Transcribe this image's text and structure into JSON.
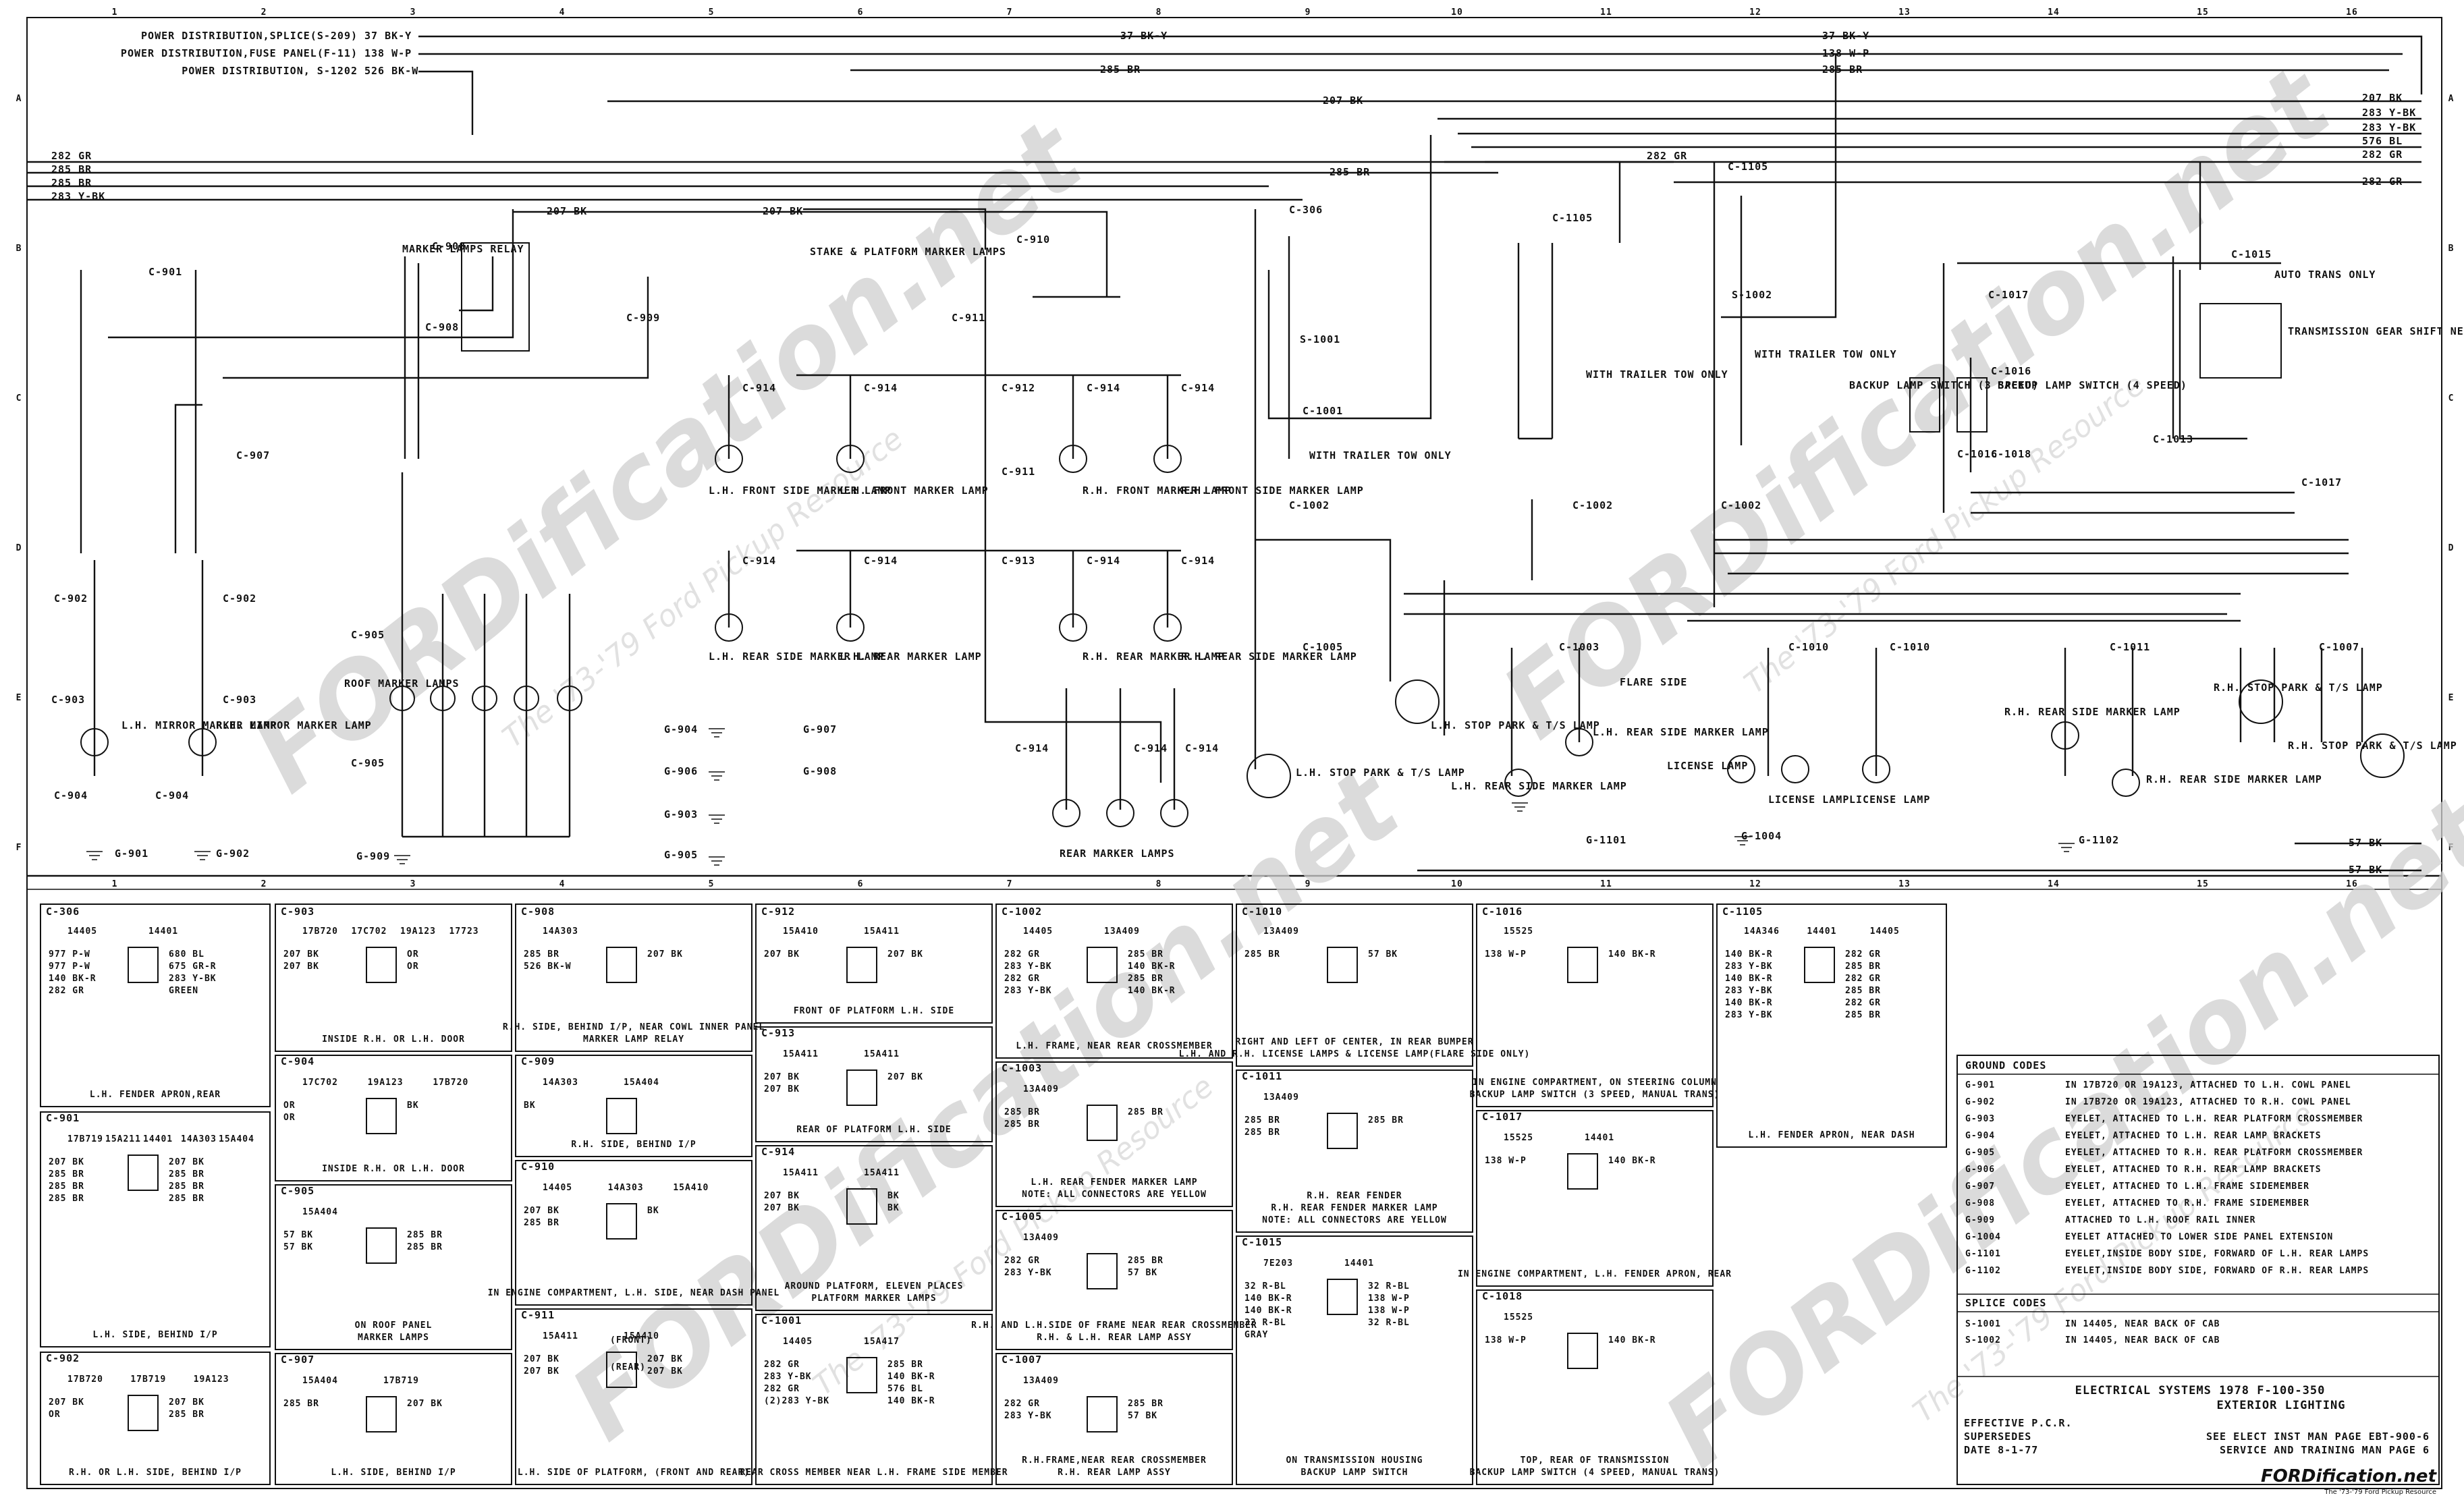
{
  "title_block": {
    "line1": "ELECTRICAL SYSTEMS 1978 F-100-350",
    "line2": "EXTERIOR LIGHTING",
    "effective": "EFFECTIVE P.C.R.",
    "supersedes": "SUPERSEDES",
    "date": "DATE 8-1-77",
    "ref1": "SEE ELECT INST MAN PAGE EBT-900-6",
    "ref2": "SERVICE AND TRAINING MAN PAGE 6"
  },
  "watermark": {
    "brand": "FORDification.net",
    "tagline": "The '73-'79 Ford Pickup Resource",
    "footer": "FORDification.net",
    "footer_tag": "The '73-'79 Ford Pickup Resource"
  },
  "column_numbers": [
    "1",
    "2",
    "3",
    "4",
    "5",
    "6",
    "7",
    "8",
    "9",
    "10",
    "11",
    "12",
    "13",
    "14",
    "15",
    "16"
  ],
  "row_letters": [
    "A",
    "B",
    "C",
    "D",
    "E",
    "F"
  ],
  "power_sources": [
    {
      "label": "POWER DISTRIBUTION,SPLICE(S-209)",
      "wire": "37 BK-Y"
    },
    {
      "label": "POWER DISTRIBUTION,FUSE PANEL(F-11)",
      "wire": "138 W-P"
    },
    {
      "label": "POWER DISTRIBUTION, S-1202",
      "wire": "526 BK-W"
    }
  ],
  "left_bus": [
    "282 GR",
    "285 BR",
    "285 BR",
    "283 Y-BK"
  ],
  "right_bus": [
    "207 BK",
    "283 Y-BK",
    "283 Y-BK",
    "576 BL",
    "282 GR",
    "282 GR"
  ],
  "top_wires": {
    "a": "37 BK-Y",
    "b": "138 W-P",
    "c": "285 BR",
    "d": "207 BK",
    "e": "285 BR",
    "f": "282 GR",
    "g": "207 BK",
    "h": "207 BK",
    "i": "57 BK",
    "j": "57 BK"
  },
  "connectors": [
    "C-901",
    "C-902",
    "C-903",
    "C-904",
    "C-905",
    "C-906",
    "C-907",
    "C-908",
    "C-909",
    "C-910",
    "C-911",
    "C-912",
    "C-913",
    "C-914",
    "C-306",
    "C-1001",
    "C-1002",
    "C-1003",
    "C-1005",
    "C-1007",
    "C-1010",
    "C-1011",
    "C-1013",
    "C-1015",
    "C-1016",
    "C-1017",
    "C-1018",
    "C-1105",
    "S-1001",
    "S-1002"
  ],
  "grounds": [
    "G-901",
    "G-902",
    "G-903",
    "G-904",
    "G-905",
    "G-906",
    "G-907",
    "G-908",
    "G-909",
    "G-1004",
    "G-1101",
    "G-1102"
  ],
  "lamps": {
    "lh_mirror": "L.H. MIRROR MARKER LAMP",
    "rh_mirror": "R.H. MIRROR MARKER LAMP",
    "roof": "ROOF MARKER LAMPS",
    "relay": "MARKER LAMPS RELAY",
    "stake": "STAKE & PLATFORM MARKER LAMPS",
    "lh_front_side": "L.H. FRONT SIDE MARKER LAMP",
    "lh_front": "L.H. FRONT MARKER LAMP",
    "rh_front": "R.H. FRONT MARKER LAMP",
    "rh_front_side": "R.H. FRONT SIDE MARKER LAMP",
    "lh_rear_side": "L.H. REAR SIDE MARKER LAMP",
    "lh_rear": "L.H. REAR MARKER LAMP",
    "rh_rear": "R.H. REAR MARKER LAMP",
    "rh_rear_side": "R.H. REAR SIDE MARKER LAMP",
    "rear_marker": "REAR MARKER LAMPS",
    "lh_stop_a": "L.H. STOP PARK & T/S LAMP",
    "lh_stop_b": "L.H. STOP PARK & T/S LAMP",
    "lh_rear_side2": "L.H. REAR SIDE MARKER LAMP",
    "lh_rear_side3": "L.H. REAR SIDE MARKER LAMP",
    "license_a": "LICENSE LAMP",
    "license_b": "LICENSE LAMP",
    "license_c": "LICENSE LAMP",
    "rh_rear_side2": "R.H. REAR SIDE MARKER LAMP",
    "rh_rear_side3": "R.H. REAR SIDE MARKER LAMP",
    "rh_stop_a": "R.H. STOP PARK & T/S LAMP",
    "rh_stop_b": "R.H. STOP PARK & T/S LAMP",
    "backup_3": "BACKUP LAMP SWITCH (3 SPEED)",
    "backup_4": "BACKUP LAMP SWITCH (4 SPEED)",
    "trans": "TRANSMISSION GEAR SHIFT NEUTRAL SWITCH",
    "auto": "AUTO TRANS ONLY",
    "trailer1": "WITH TRAILER TOW ONLY",
    "trailer2": "WITH TRAILER TOW ONLY",
    "trailer3": "WITH TRAILER TOW ONLY",
    "flare": "FLARE SIDE"
  },
  "connector_views": [
    {
      "id": "C-306",
      "parts": [
        "14405",
        "14401"
      ],
      "wires": [
        "977 P-W",
        "680 BL",
        "977 P-W",
        "675 GR-R",
        "140 BK-R",
        "283 Y-BK",
        "282 GR",
        "GREEN"
      ],
      "note": "L.H. FENDER APRON,REAR"
    },
    {
      "id": "C-903",
      "parts": [
        "17B720",
        "17C702",
        "19A123",
        "17723"
      ],
      "wires": [
        "207 BK",
        "OR",
        "207 BK",
        "OR"
      ],
      "note": "INSIDE R.H. OR L.H. DOOR"
    },
    {
      "id": "C-908",
      "parts": [
        "14A303"
      ],
      "wires": [
        "285 BR",
        "207 BK",
        "526 BK-W"
      ],
      "note": "R.H. SIDE, BEHIND I/P, NEAR COWL INNER PANEL",
      "note2": "MARKER LAMP RELAY"
    },
    {
      "id": "C-912",
      "parts": [
        "15A410",
        "15A411"
      ],
      "wires": [
        "207 BK",
        "207 BK"
      ],
      "note": "FRONT OF PLATFORM L.H. SIDE"
    },
    {
      "id": "C-1002",
      "parts": [
        "14405",
        "13A409"
      ],
      "wires": [
        "282 GR",
        "285 BR",
        "283 Y-BK",
        "140 BK-R",
        "282 GR",
        "285 BR",
        "283 Y-BK",
        "140 BK-R"
      ],
      "note": "L.H. FRAME, NEAR REAR CROSSMEMBER"
    },
    {
      "id": "C-1010",
      "parts": [
        "13A409"
      ],
      "wires": [
        "285 BR",
        "57 BK"
      ],
      "note": "RIGHT AND LEFT OF CENTER, IN REAR BUMPER",
      "note2": "L.H. AND R.H. LICENSE LAMPS & LICENSE LAMP(FLARE SIDE ONLY)"
    },
    {
      "id": "C-1016",
      "parts": [
        "15525"
      ],
      "wires": [
        "138 W-P",
        "140 BK-R"
      ],
      "note": "IN ENGINE COMPARTMENT, ON STEERING COLUMN",
      "note2": "BACKUP LAMP SWITCH (3 SPEED, MANUAL TRANS)"
    },
    {
      "id": "C-1105",
      "parts": [
        "14A346",
        "14401",
        "14405"
      ],
      "wires": [
        "140 BK-R",
        "282 GR",
        "283 Y-BK",
        "285 BR",
        "140 BK-R",
        "282 GR",
        "283 Y-BK",
        "285 BR",
        "140 BK-R",
        "282 GR",
        "283 Y-BK",
        "285 BR"
      ],
      "note": "L.H. FENDER APRON, NEAR DASH"
    },
    {
      "id": "C-904",
      "parts": [
        "17C702",
        "19A123",
        "17B720"
      ],
      "wires": [
        "OR",
        "BK",
        "OR"
      ],
      "note": "INSIDE R.H. OR L.H. DOOR"
    },
    {
      "id": "C-909",
      "parts": [
        "14A303",
        "15A404"
      ],
      "wires": [
        "BK"
      ],
      "note": "R.H. SIDE, BEHIND I/P"
    },
    {
      "id": "C-913",
      "parts": [
        "15A411",
        "15A411"
      ],
      "wires": [
        "207 BK",
        "207 BK",
        "207 BK"
      ],
      "note": "REAR OF PLATFORM L.H. SIDE"
    },
    {
      "id": "C-1003",
      "parts": [
        "13A409"
      ],
      "wires": [
        "285 BR",
        "285 BR",
        "285 BR"
      ],
      "note": "L.H. REAR FENDER MARKER LAMP",
      "note2": "NOTE: ALL CONNECTORS ARE YELLOW"
    },
    {
      "id": "C-1011",
      "parts": [
        "13A409"
      ],
      "wires": [
        "285 BR",
        "285 BR",
        "285 BR"
      ],
      "note": "R.H. REAR FENDER",
      "note2": "R.H. REAR FENDER MARKER LAMP",
      "note3": "NOTE: ALL CONNECTORS ARE YELLOW"
    },
    {
      "id": "C-1017",
      "parts": [
        "15525",
        "14401"
      ],
      "wires": [
        "138 W-P",
        "140 BK-R"
      ],
      "note": "IN ENGINE COMPARTMENT, L.H. FENDER APRON, REAR"
    },
    {
      "id": "C-901",
      "parts": [
        "17B719",
        "15A211",
        "14401",
        "14A303",
        "15A404"
      ],
      "wires": [
        "207 BK",
        "207 BK",
        "285 BR",
        "285 BR",
        "285 BR",
        "285 BR",
        "285 BR",
        "285 BR"
      ],
      "note": "L.H. SIDE, BEHIND I/P"
    },
    {
      "id": "C-905",
      "parts": [
        "15A404"
      ],
      "wires": [
        "57 BK",
        "285 BR",
        "57 BK",
        "285 BR"
      ],
      "note": "ON ROOF PANEL",
      "note2": "MARKER LAMPS"
    },
    {
      "id": "C-910",
      "parts": [
        "14405",
        "14A303",
        "15A410"
      ],
      "wires": [
        "207 BK",
        "BK",
        "285 BR"
      ],
      "note": "IN ENGINE COMPARTMENT, L.H. SIDE, NEAR DASH PANEL"
    },
    {
      "id": "C-914",
      "parts": [
        "15A411",
        "15A411"
      ],
      "wires": [
        "207 BK",
        "BK",
        "207 BK",
        "BK"
      ],
      "note": "AROUND PLATFORM, ELEVEN PLACES",
      "note2": "PLATFORM MARKER LAMPS"
    },
    {
      "id": "C-1005",
      "parts": [
        "13A409"
      ],
      "wires": [
        "282 GR",
        "285 BR",
        "283 Y-BK",
        "57 BK"
      ],
      "note": "R.H. AND L.H.SIDE OF FRAME NEAR REAR CROSSMEMBER",
      "note2": "R.H. & L.H. REAR LAMP ASSY"
    },
    {
      "id": "C-1015",
      "parts": [
        "7E203",
        "14401"
      ],
      "wires": [
        "32 R-BL",
        "32 R-BL",
        "140 BK-R",
        "138 W-P",
        "140 BK-R",
        "138 W-P",
        "32 R-BL",
        "32 R-BL",
        "GRAY"
      ],
      "note": "ON TRANSMISSION HOUSING",
      "note2": "BACKUP LAMP SWITCH"
    },
    {
      "id": "C-1018",
      "parts": [
        "15525"
      ],
      "wires": [
        "138 W-P",
        "140 BK-R"
      ],
      "note": "TOP, REAR OF TRANSMISSION",
      "note2": "BACKUP LAMP SWITCH (4 SPEED, MANUAL TRANS)"
    },
    {
      "id": "C-902",
      "parts": [
        "17B720",
        "17B719",
        "19A123"
      ],
      "wires": [
        "207 BK",
        "207 BK",
        "OR",
        "285 BR"
      ],
      "note": "R.H. OR L.H. SIDE, BEHIND I/P"
    },
    {
      "id": "C-907",
      "parts": [
        "15A404",
        "17B719"
      ],
      "wires": [
        "285 BR",
        "207 BK"
      ],
      "note": "L.H. SIDE, BEHIND I/P"
    },
    {
      "id": "C-911",
      "parts": [
        "15A411",
        "15A410"
      ],
      "wires": [
        "207 BK",
        "207 BK",
        "207 BK",
        "207 BK"
      ],
      "note": "L.H. SIDE OF PLATFORM, (FRONT AND REAR)",
      "tags": [
        "(FRONT)",
        "(REAR)"
      ]
    },
    {
      "id": "C-1001",
      "parts": [
        "14405",
        "15A417"
      ],
      "wires": [
        "282 GR",
        "285 BR",
        "283 Y-BK",
        "140 BK-R",
        "282 GR",
        "576 BL",
        "(2)283 Y-BK",
        "140 BK-R"
      ],
      "note": "REAR CROSS MEMBER NEAR L.H. FRAME SIDE MEMBER"
    },
    {
      "id": "C-1007",
      "parts": [
        "13A409"
      ],
      "wires": [
        "282 GR",
        "285 BR",
        "283 Y-BK",
        "57 BK"
      ],
      "note": "R.H.FRAME,NEAR REAR CROSSMEMBER",
      "note2": "R.H. REAR LAMP ASSY"
    }
  ],
  "ground_codes": {
    "title": "GROUND CODES",
    "rows": [
      {
        "code": "G-901",
        "desc": "IN 17B720 OR 19A123, ATTACHED TO L.H. COWL PANEL"
      },
      {
        "code": "G-902",
        "desc": "IN 17B720 OR 19A123, ATTACHED TO R.H. COWL PANEL"
      },
      {
        "code": "G-903",
        "desc": "EYELET, ATTACHED TO L.H. REAR PLATFORM CROSSMEMBER"
      },
      {
        "code": "G-904",
        "desc": "EYELET, ATTACHED TO L.H. REAR LAMP BRACKETS"
      },
      {
        "code": "G-905",
        "desc": "EYELET, ATTACHED TO R.H. REAR PLATFORM CROSSMEMBER"
      },
      {
        "code": "G-906",
        "desc": "EYELET, ATTACHED TO R.H. REAR LAMP BRACKETS"
      },
      {
        "code": "G-907",
        "desc": "EYELET, ATTACHED TO L.H. FRAME SIDEMEMBER"
      },
      {
        "code": "G-908",
        "desc": "EYELET, ATTACHED TO R.H. FRAME SIDEMEMBER"
      },
      {
        "code": "G-909",
        "desc": "ATTACHED TO L.H. ROOF RAIL INNER"
      },
      {
        "code": "G-1004",
        "desc": "EYELET ATTACHED TO LOWER SIDE PANEL EXTENSION"
      },
      {
        "code": "G-1101",
        "desc": "EYELET,INSIDE BODY SIDE, FORWARD OF L.H. REAR LAMPS"
      },
      {
        "code": "G-1102",
        "desc": "EYELET,INSIDE BODY SIDE, FORWARD OF R.H. REAR LAMPS"
      }
    ]
  },
  "splice_codes": {
    "title": "SPLICE CODES",
    "rows": [
      {
        "code": "S-1001",
        "desc": "IN 14405, NEAR BACK OF CAB"
      },
      {
        "code": "S-1002",
        "desc": "IN 14405, NEAR BACK OF CAB"
      }
    ]
  }
}
